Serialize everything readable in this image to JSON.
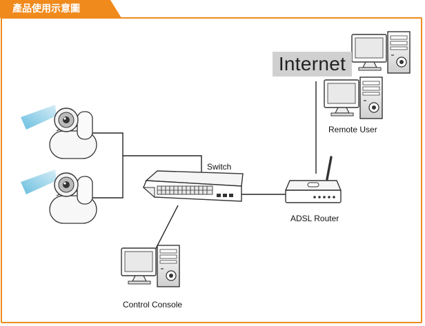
{
  "title": "產品使用示意圖",
  "labels": {
    "switch": "Switch",
    "adsl_router": "ADSL Router",
    "remote_user": "Remote User",
    "internet": "Internet",
    "control_console": "Control Console"
  },
  "colors": {
    "accent": "#f08a1c",
    "cable": "#222222",
    "internet_bg": "#d0d0d0"
  }
}
